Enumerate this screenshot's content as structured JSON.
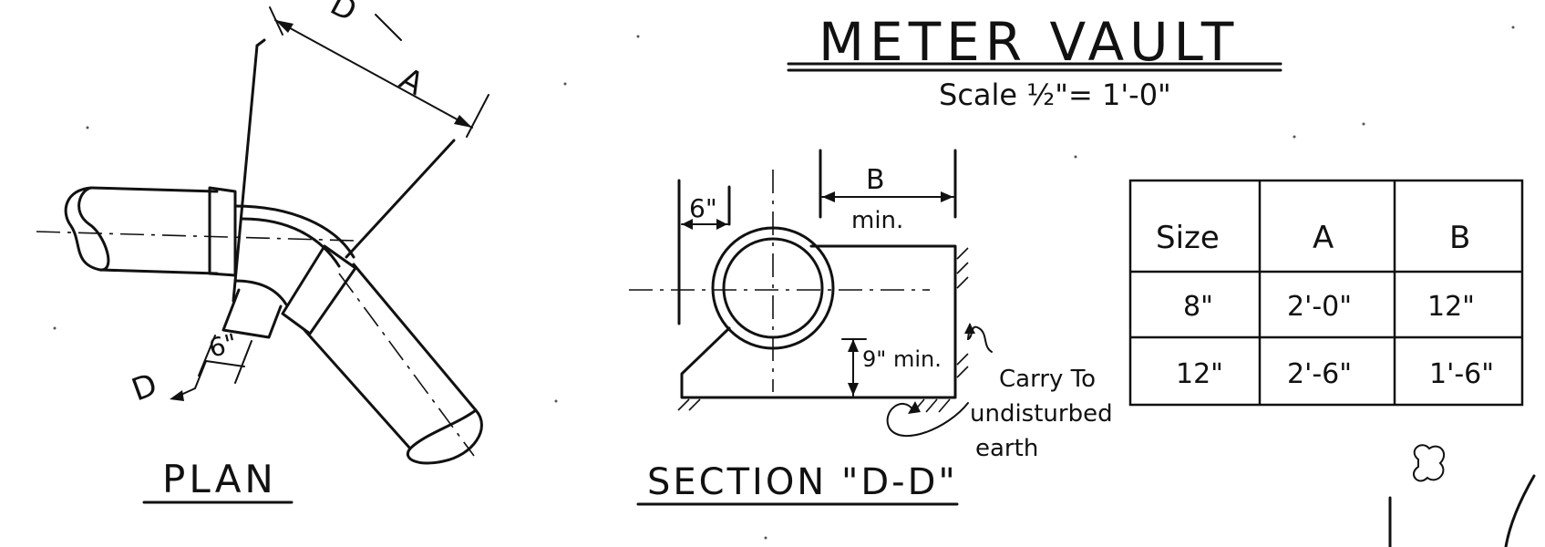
{
  "title": "METER VAULT",
  "scale": "Scale ½\"= 1'-0\"",
  "plan": {
    "label": "PLAN",
    "dim_a": "A",
    "dim_6": "6\"",
    "section_mark_bottom": "D",
    "section_mark_top": "D"
  },
  "section": {
    "label": "SECTION \"D-D\"",
    "dim_6": "6\"",
    "dim_b": "B",
    "dim_min": "min.",
    "dim_9": "9\" min.",
    "note_line1": "Carry To",
    "note_line2": "undisturbed",
    "note_line3": "earth"
  },
  "table": {
    "headers": [
      "Size",
      "A",
      "B"
    ],
    "rows": [
      [
        "8\"",
        "2'-0\"",
        "12\""
      ],
      [
        "12\"",
        "2'-6\"",
        "1'-6\""
      ]
    ]
  }
}
